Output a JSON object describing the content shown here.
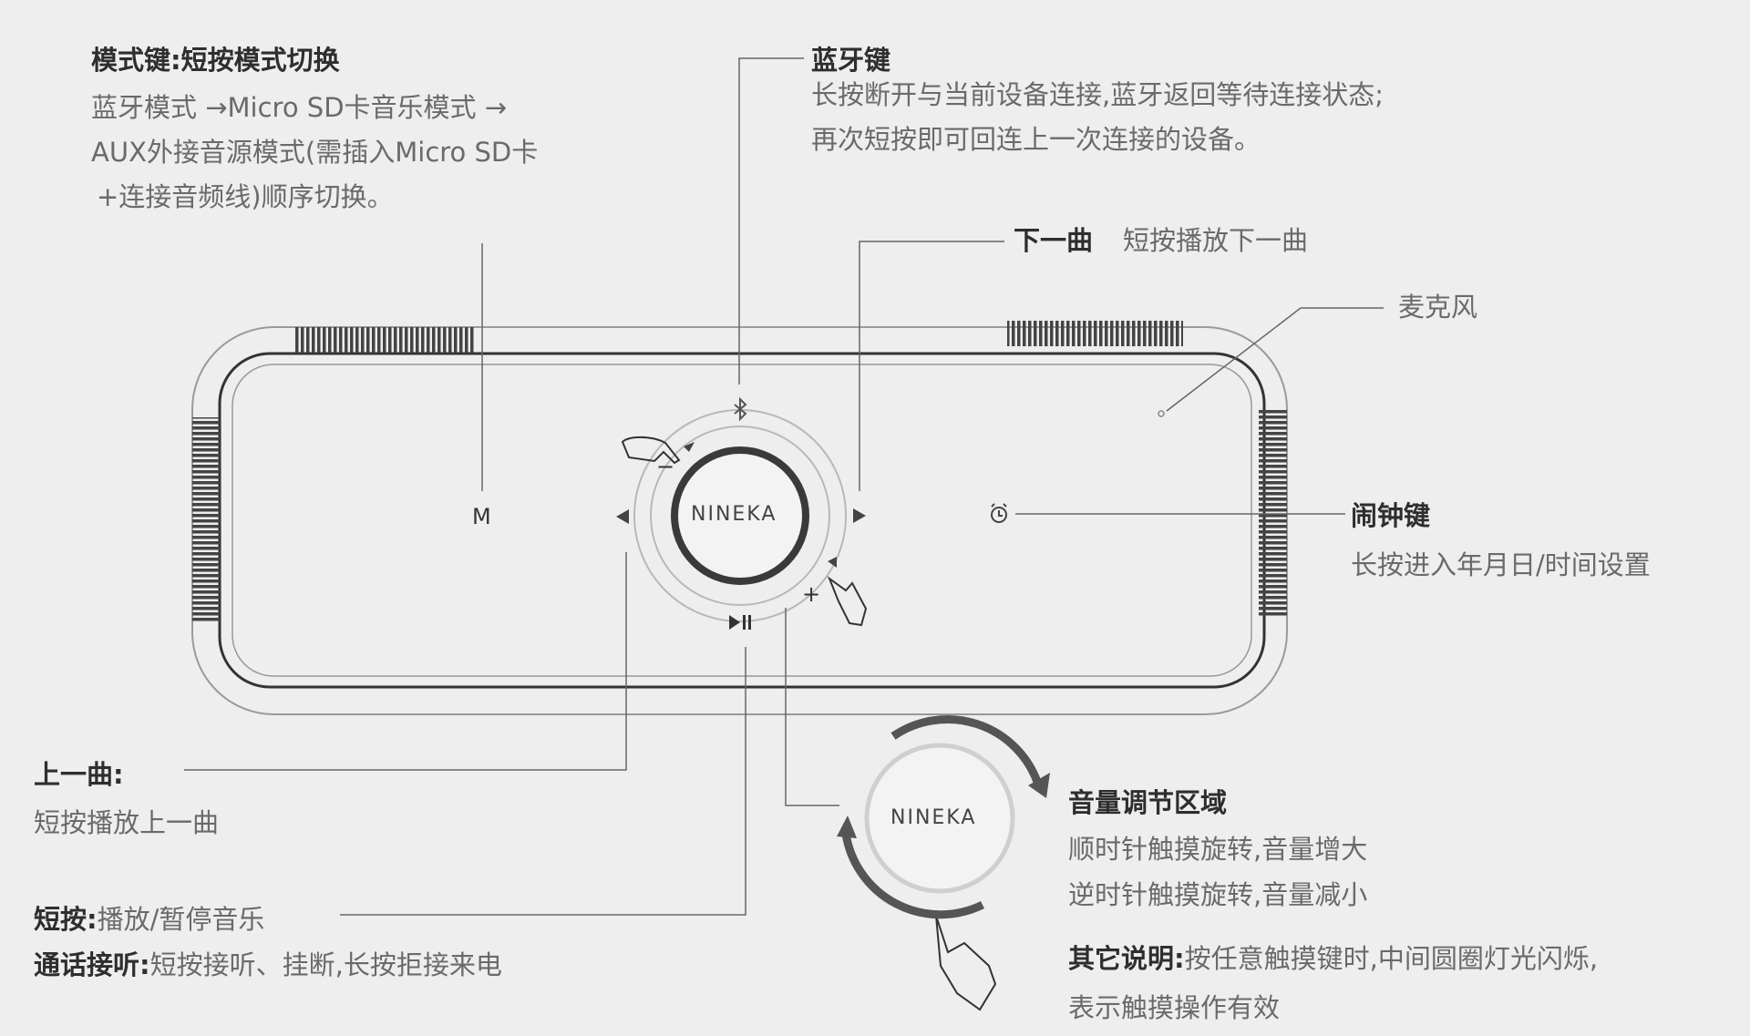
{
  "mode_key": {
    "title": "模式键:短按模式切换",
    "lines": [
      "蓝牙模式 →Micro SD卡音乐模式 →",
      "AUX外接音源模式(需插入Micro SD卡",
      "+连接音频线)顺序切换。"
    ]
  },
  "bluetooth_key": {
    "title": "蓝牙键",
    "lines": [
      "长按断开与当前设备连接,蓝牙返回等待连接状态;",
      "再次短按即可回连上一次连接的设备。"
    ]
  },
  "next_track": {
    "title": "下一曲",
    "desc": "短按播放下一曲"
  },
  "microphone": {
    "title": "麦克风"
  },
  "alarm_key": {
    "title": "闹钟键",
    "desc": "长按进入年月日/时间设置"
  },
  "prev_track": {
    "title": "上一曲:",
    "desc": "短按播放上一曲"
  },
  "play_pause": {
    "title": "短按:",
    "desc": "播放/暂停音乐"
  },
  "call": {
    "title": "通话接听:",
    "desc": "短按接听、挂断,长按拒接来电"
  },
  "volume": {
    "title": "音量调节区域",
    "lines": [
      "顺时针触摸旋转,音量增大",
      "逆时针触摸旋转,音量减小"
    ]
  },
  "other": {
    "title": "其它说明:",
    "desc": "按任意触摸键时,中间圆圈灯光闪烁,",
    "desc2": "表示触摸操作有效"
  },
  "device": {
    "brand": "NINEKA",
    "mode_label": "M",
    "minus": "−",
    "plus": "+",
    "icons": [
      "bluetooth-icon",
      "prev-arrow-icon",
      "next-arrow-icon",
      "play-pause-icon",
      "alarm-clock-icon",
      "hand-icon"
    ]
  },
  "colors": {
    "line": "#555555",
    "ring": "#3a3a3a",
    "background": "#eeeeee"
  }
}
